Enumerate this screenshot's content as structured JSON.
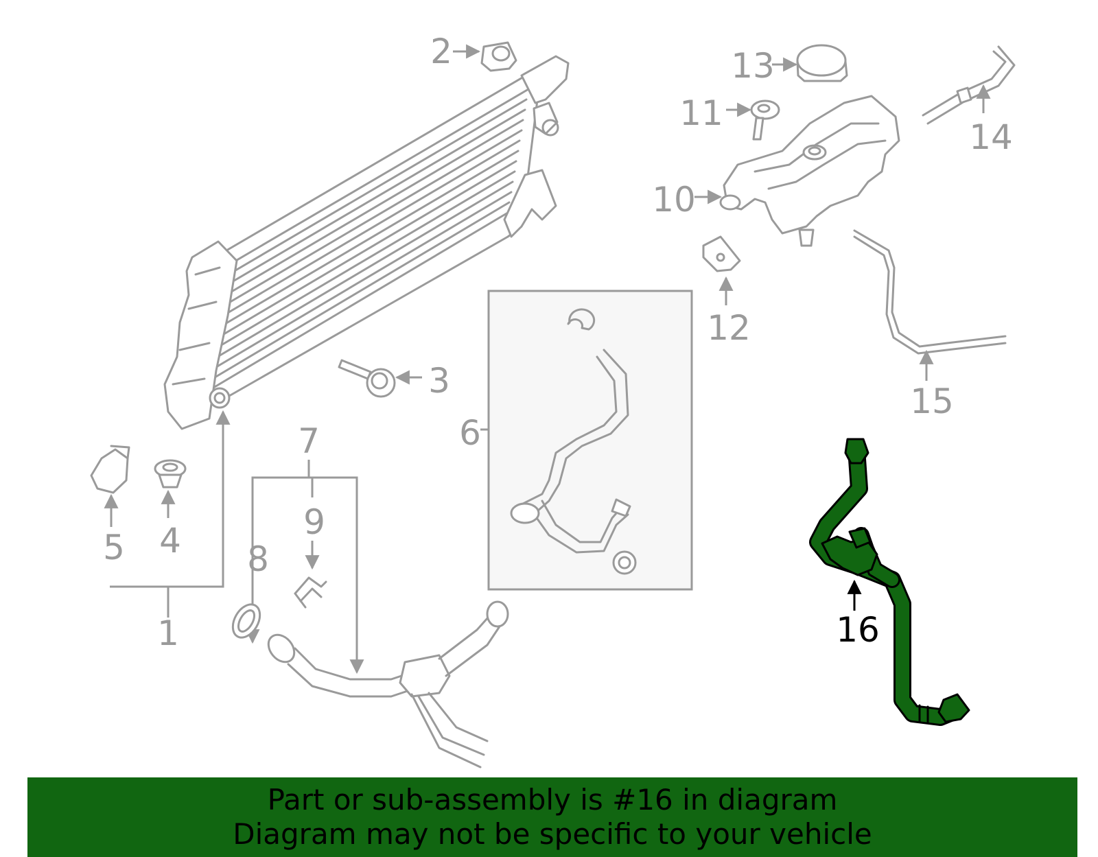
{
  "callouts": {
    "c1": "1",
    "c2": "2",
    "c3": "3",
    "c4": "4",
    "c5": "5",
    "c6": "6",
    "c7": "7",
    "c8": "8",
    "c9": "9",
    "c10": "10",
    "c11": "11",
    "c12": "12",
    "c13": "13",
    "c14": "14",
    "c15": "15",
    "c16": "16"
  },
  "highlighted_part": "16",
  "banner": {
    "line1": "Part or sub-assembly is #16 in diagram",
    "line2": "Diagram may not be specific to your vehicle"
  },
  "colors": {
    "line_art": "#9a9a9a",
    "highlight_part": "#116611",
    "banner_bg": "#116611",
    "inset_bg": "#f7f7f7"
  }
}
